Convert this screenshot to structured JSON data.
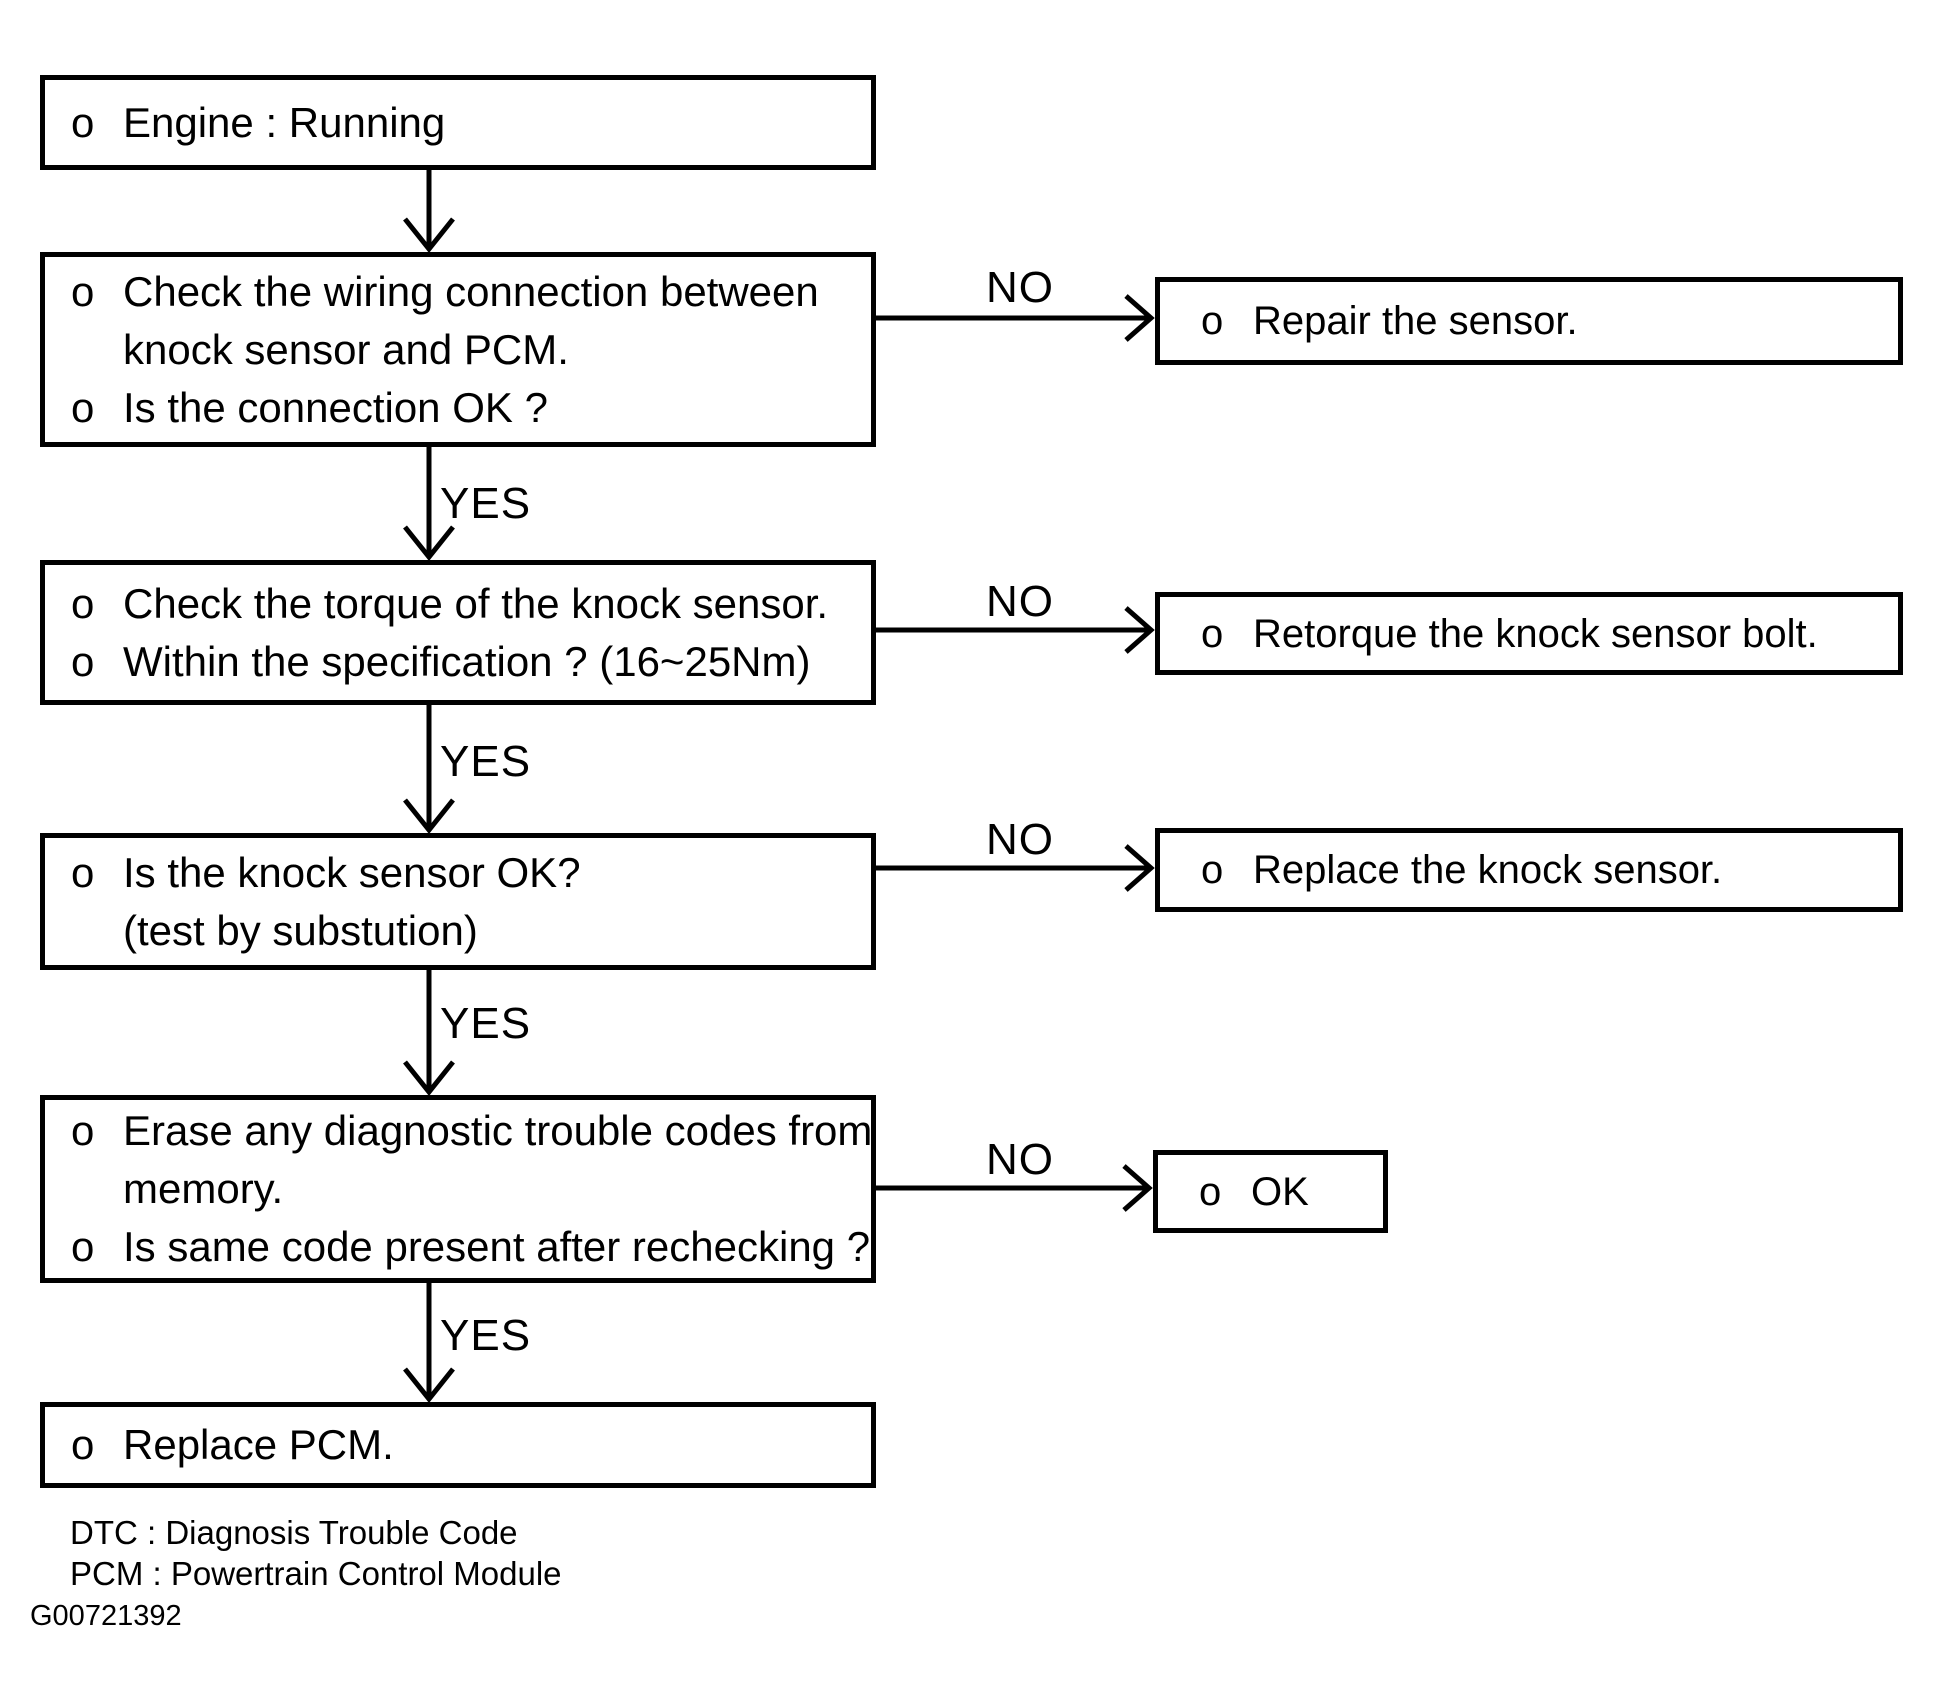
{
  "figure": {
    "background": "#ffffff",
    "ink": "#000000"
  },
  "flowchart": {
    "bullet": "o",
    "edge_labels": {
      "yes": "YES",
      "no": "NO"
    },
    "steps": [
      {
        "id": "engine-running",
        "items": [
          {
            "text": "Engine : Running"
          }
        ]
      },
      {
        "id": "wiring-check",
        "items": [
          {
            "text": "Check the wiring connection between\nknock sensor and PCM."
          },
          {
            "text": "Is the connection OK ?"
          }
        ]
      },
      {
        "id": "torque-check",
        "items": [
          {
            "text": "Check the torque of the knock sensor."
          },
          {
            "text": "Within the specification ? (16~25Nm)"
          }
        ]
      },
      {
        "id": "sensor-check",
        "items": [
          {
            "text": "Is the knock sensor OK?\n(test by substution)"
          }
        ]
      },
      {
        "id": "erase-dtc",
        "items": [
          {
            "text": "Erase any diagnostic trouble codes from\nmemory."
          },
          {
            "text": "Is same code present after rechecking ?"
          }
        ]
      },
      {
        "id": "replace-pcm",
        "items": [
          {
            "text": "Replace PCM."
          }
        ]
      }
    ],
    "results": [
      {
        "id": "repair-sensor",
        "items": [
          {
            "text": "Repair the sensor."
          }
        ]
      },
      {
        "id": "retorque-bolt",
        "items": [
          {
            "text": "Retorque the knock sensor bolt."
          }
        ]
      },
      {
        "id": "replace-sensor",
        "items": [
          {
            "text": "Replace the knock sensor."
          }
        ]
      },
      {
        "id": "ok",
        "items": [
          {
            "text": "OK"
          }
        ]
      }
    ]
  },
  "footnotes": [
    "DTC : Diagnosis Trouble Code",
    "PCM : Powertrain Control Module"
  ],
  "figure_id": "G00721392"
}
